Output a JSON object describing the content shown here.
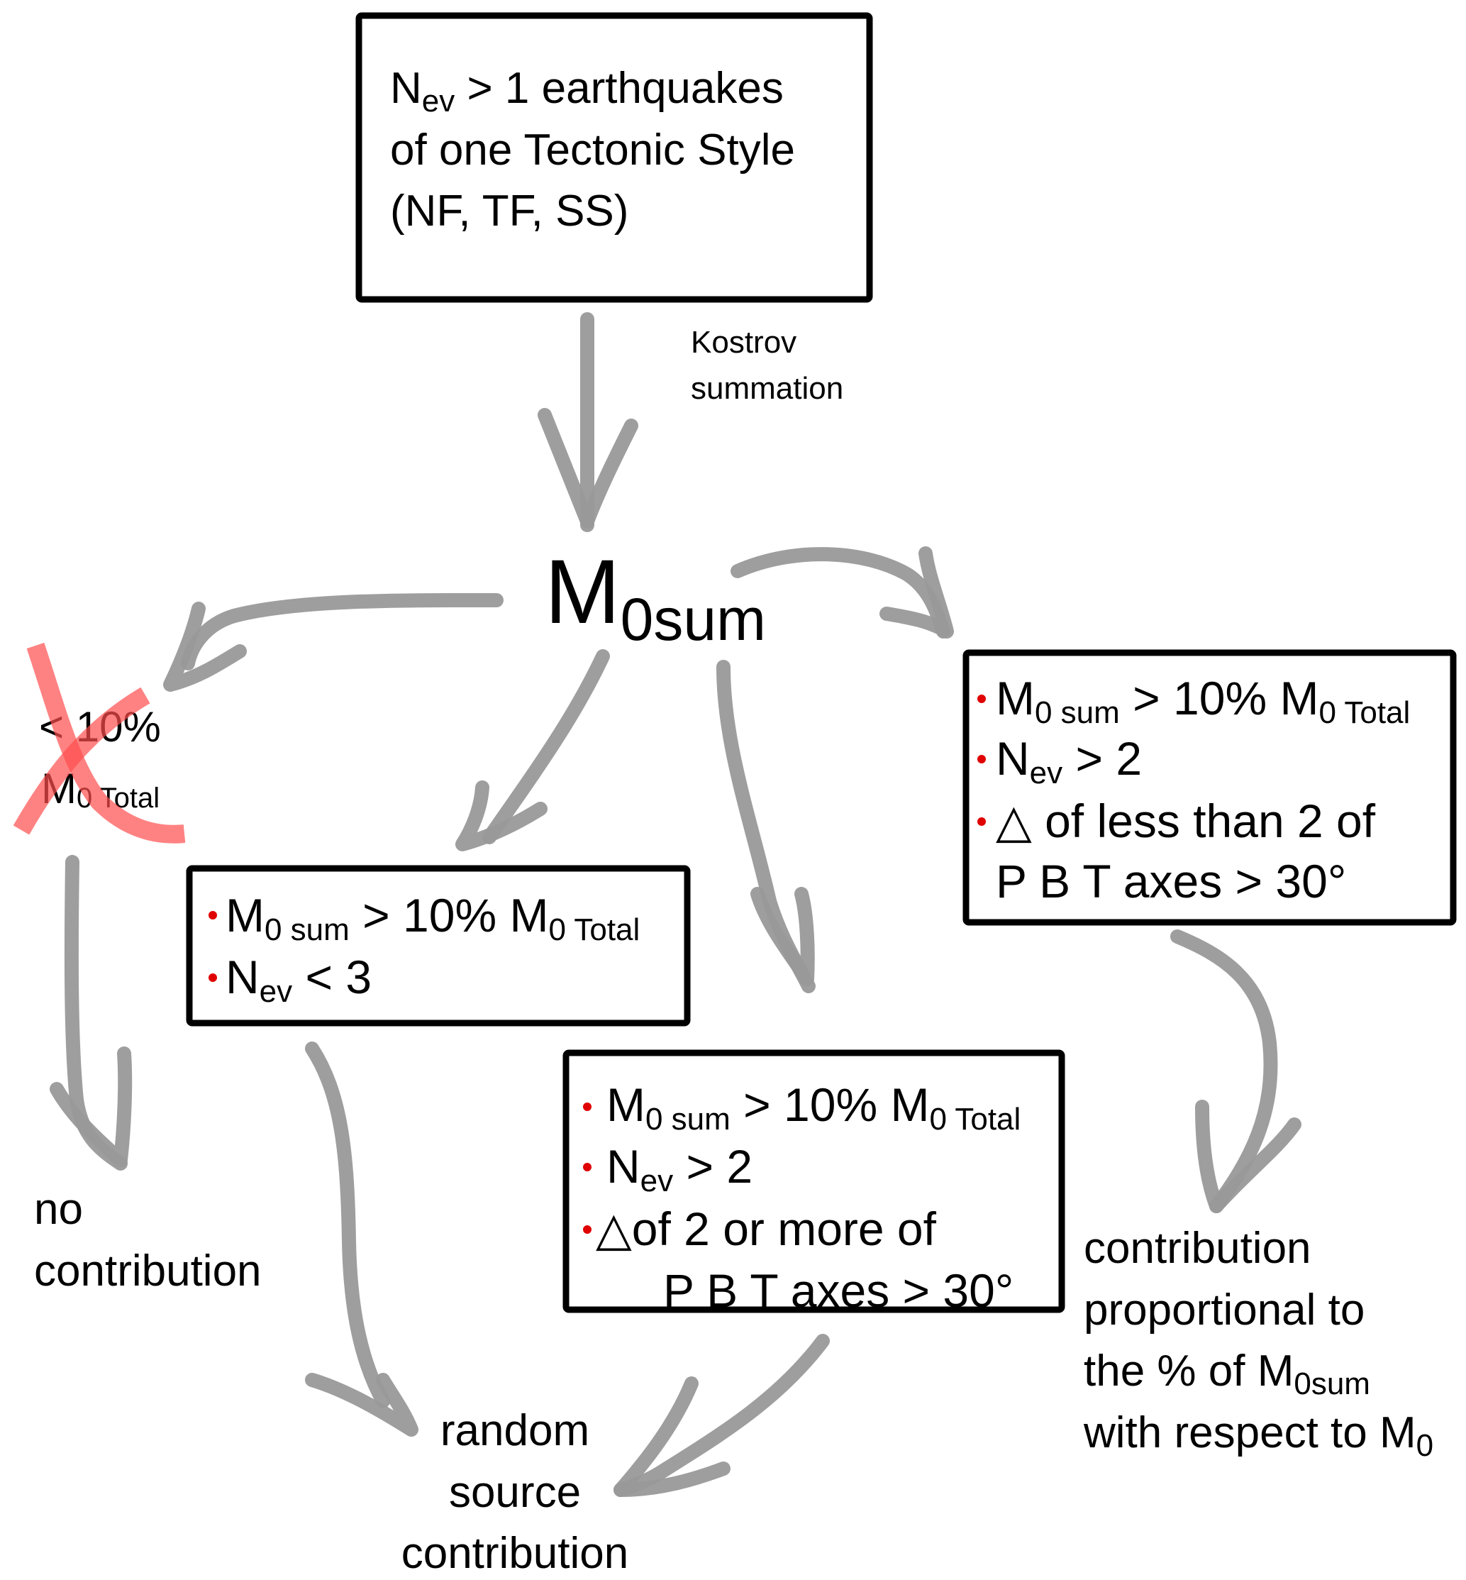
{
  "diagram": {
    "start_box": {
      "lines": [
        {
          "main": "N",
          "sub": "ev",
          "rest": " > 1 earthquakes"
        },
        {
          "text": "of one Tectonic Style"
        },
        {
          "text": "(NF, TF, SS)"
        }
      ]
    },
    "kostrov_label": [
      "Kostrov",
      "summation"
    ],
    "center_node": {
      "main": "M",
      "sub": "0sum"
    },
    "excluded_node": {
      "line1": "< 10%",
      "line2_main": "M",
      "line2_sub": "0 Total",
      "marker": "red-x-cross"
    },
    "box_few_events": {
      "criteria": [
        {
          "main": "M",
          "sub": "0 sum",
          "rest": " > 10% ",
          "main2": "M",
          "sub2": "0 Total"
        },
        {
          "main": "N",
          "sub": "ev",
          "rest": " < 3"
        }
      ]
    },
    "box_variable": {
      "criteria": [
        {
          "main": "M",
          "sub": "0 sum",
          "rest": " > 10% ",
          "main2": "M",
          "sub2": "0 Total"
        },
        {
          "main": "N",
          "sub": "ev",
          "rest": " > 2"
        },
        {
          "symbol": "△",
          "rest": "of 2 or more of"
        },
        {
          "continuation": "P B T axes > 30°"
        }
      ]
    },
    "box_consistent": {
      "criteria": [
        {
          "main": "M",
          "sub": "0 sum",
          "rest": " > 10% ",
          "main2": "M",
          "sub2": "0 Total"
        },
        {
          "main": "N",
          "sub": "ev",
          "rest": " > 2"
        },
        {
          "symbol": "△",
          "rest": " of less than 2 of"
        },
        {
          "continuation": "P B T axes > 30°"
        }
      ]
    },
    "outcome_none": [
      "no",
      "contribution"
    ],
    "outcome_random": [
      "random",
      "source",
      "contribution"
    ],
    "outcome_proportional": {
      "lines": [
        "contribution",
        "proportional to"
      ],
      "line3_text": "the % of ",
      "line3_main": "M",
      "line3_sub": "0sum",
      "line4_text": "with respect to ",
      "line4_main": "M",
      "line4_sub": "0"
    },
    "colors": {
      "arrow": "#999999",
      "bullet": "#e00000",
      "cross": "#ff4d4d",
      "box_border": "#000000"
    }
  }
}
